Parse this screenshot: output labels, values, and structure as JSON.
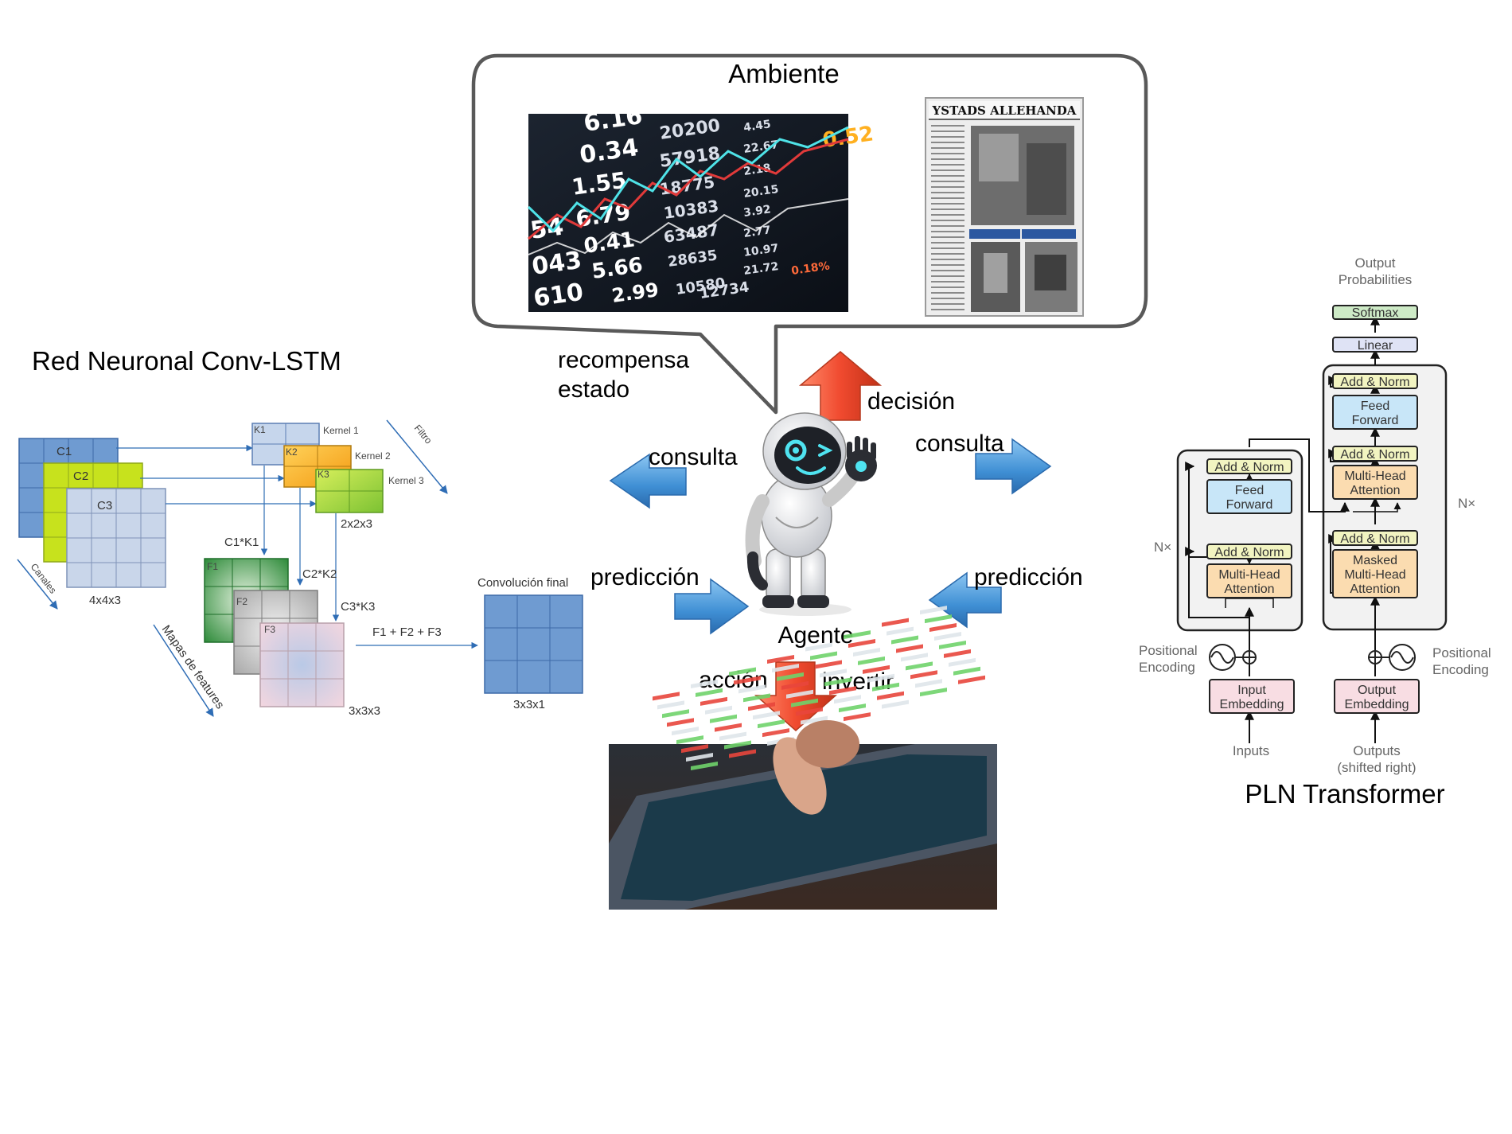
{
  "environment": {
    "title": "Ambiente",
    "newspaper_masthead": "YSTADS ALLEHANDA",
    "ticker_values": [
      "6.16",
      "20200",
      "0.34",
      "57918",
      "1.55",
      "18775",
      "6.79",
      "10383",
      "0.41",
      "63487",
      "5.66",
      "28635",
      "2.99",
      "10580",
      "12734",
      "0.52",
      "4.45",
      "22.67",
      "2.18",
      "20.15",
      "3.92",
      "2.77",
      "10.97",
      "21.72",
      "0.18%",
      "043",
      "54",
      "610"
    ]
  },
  "agent": {
    "label": "Agente",
    "labels": {
      "reward_state_1": "recompensa",
      "reward_state_2": "estado",
      "decision": "decisión",
      "query_left": "consulta",
      "query_right": "consulta",
      "prediction_left": "predicción",
      "prediction_right": "predicción",
      "action": "acción",
      "invest": "invertir"
    }
  },
  "conv": {
    "title": "Red Neuronal Conv-LSTM",
    "channels": [
      "C1",
      "C2",
      "C3"
    ],
    "channels_axis": "Canales",
    "input_size": "4x4x3",
    "kernels": [
      "K1",
      "K2",
      "K3"
    ],
    "kernel_names": [
      "Kernel 1",
      "Kernel 2",
      "Kernel 3"
    ],
    "filter_axis": "Filtro",
    "kernel_size": "2x2x3",
    "products": [
      "C1*K1",
      "C2*K2",
      "C3*K3"
    ],
    "feature_maps": [
      "F1",
      "F2",
      "F3"
    ],
    "features_axis": "Mapas de features",
    "features_size": "3x3x3",
    "sum_label": "F1 + F2 + F3",
    "final_title": "Convolución final",
    "final_size": "3x3x1"
  },
  "transformer": {
    "title": "PLN Transformer",
    "output_probabilities": [
      "Output",
      "Probabilities"
    ],
    "softmax": "Softmax",
    "linear": "Linear",
    "add_norm": "Add & Norm",
    "feed_forward": [
      "Feed",
      "Forward"
    ],
    "multi_head": [
      "Multi-Head",
      "Attention"
    ],
    "masked_multi_head": [
      "Masked",
      "Multi-Head",
      "Attention"
    ],
    "nx": "N×",
    "positional_encoding": [
      "Positional",
      "Encoding"
    ],
    "input_embedding": [
      "Input",
      "Embedding"
    ],
    "output_embedding": [
      "Output",
      "Embedding"
    ],
    "inputs": "Inputs",
    "outputs": [
      "Outputs",
      "(shifted right)"
    ]
  },
  "colors": {
    "arrow_blue": "#4a97d6",
    "arrow_red": "#f04a2f",
    "channel_blue": "#6f9bd1",
    "channel_lime": "#c7e21d",
    "channel_pale": "#c9d6ea",
    "kernel_orange": "#f7b120",
    "kernel_green": "#8fd13d",
    "feature_green": "#2e8b3a",
    "feature_grey": "#c4c4c4",
    "feature_pink": "#f1d6de",
    "tr_yellow": "#f2f4c1",
    "tr_blue": "#c8e6f8",
    "tr_orange": "#fbdcb0",
    "tr_pink": "#f8dde3",
    "tr_green": "#cdeac6",
    "tr_lavender": "#dfe3f5"
  }
}
